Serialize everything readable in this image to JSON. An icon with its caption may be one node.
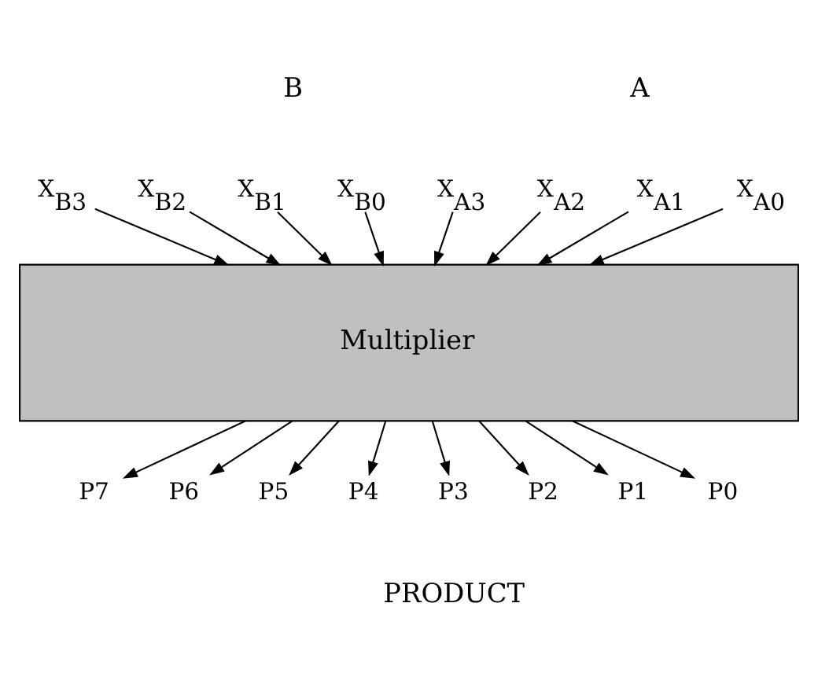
{
  "diagram": {
    "nodes": [
      {
        "text": [
          "X$_{B3}$"
        ]
      },
      {
        "text": [
          "X$_{B2}$"
        ]
      },
      {
        "text": [
          "X$_{B1}$"
        ]
      },
      {
        "text": [
          "X$_{B0}$"
        ]
      },
      {
        "text": [
          "X$_{A3}$"
        ]
      },
      {
        "text": [
          "X$_{A2}$"
        ]
      },
      {
        "text": [
          "X$_{A1}$"
        ]
      },
      {
        "text": [
          "X$_{A0}$"
        ]
      },
      {
        "text": [
          "Multiplier"
        ]
      },
      {
        "text": [
          "P7"
        ]
      },
      {
        "text": [
          "P6"
        ]
      },
      {
        "text": [
          "P5"
        ]
      },
      {
        "text": [
          "P4"
        ]
      },
      {
        "text": [
          "P3"
        ]
      },
      {
        "text": [
          "P2"
        ]
      },
      {
        "text": [
          "P1"
        ]
      },
      {
        "text": [
          "P0"
        ]
      }
    ],
    "edges": [
      {
        "from": 0,
        "to": 8,
        "arrow": "to"
      },
      {
        "from": 1,
        "to": 8,
        "arrow": "to"
      },
      {
        "from": 2,
        "to": 8,
        "arrow": "to"
      },
      {
        "from": 3,
        "to": 8,
        "arrow": "to"
      },
      {
        "from": 4,
        "to": 8,
        "arrow": "to"
      },
      {
        "from": 5,
        "to": 8,
        "arrow": "to"
      },
      {
        "from": 6,
        "to": 8,
        "arrow": "to"
      },
      {
        "from": 7,
        "to": 8,
        "arrow": "to"
      },
      {
        "from": 8,
        "to": 9,
        "arrow": "to"
      },
      {
        "from": 8,
        "to": 10,
        "arrow": "to"
      },
      {
        "from": 8,
        "to": 11,
        "arrow": "to"
      },
      {
        "from": 8,
        "to": 12,
        "arrow": "to"
      },
      {
        "from": 8,
        "to": 13,
        "arrow": "to"
      },
      {
        "from": 8,
        "to": 14,
        "arrow": "to"
      },
      {
        "from": 8,
        "to": 15,
        "arrow": "to"
      },
      {
        "from": 8,
        "to": 16,
        "arrow": "to"
      }
    ],
    "labels": [
      "B",
      "A",
      "PRODUCT"
    ]
  }
}
